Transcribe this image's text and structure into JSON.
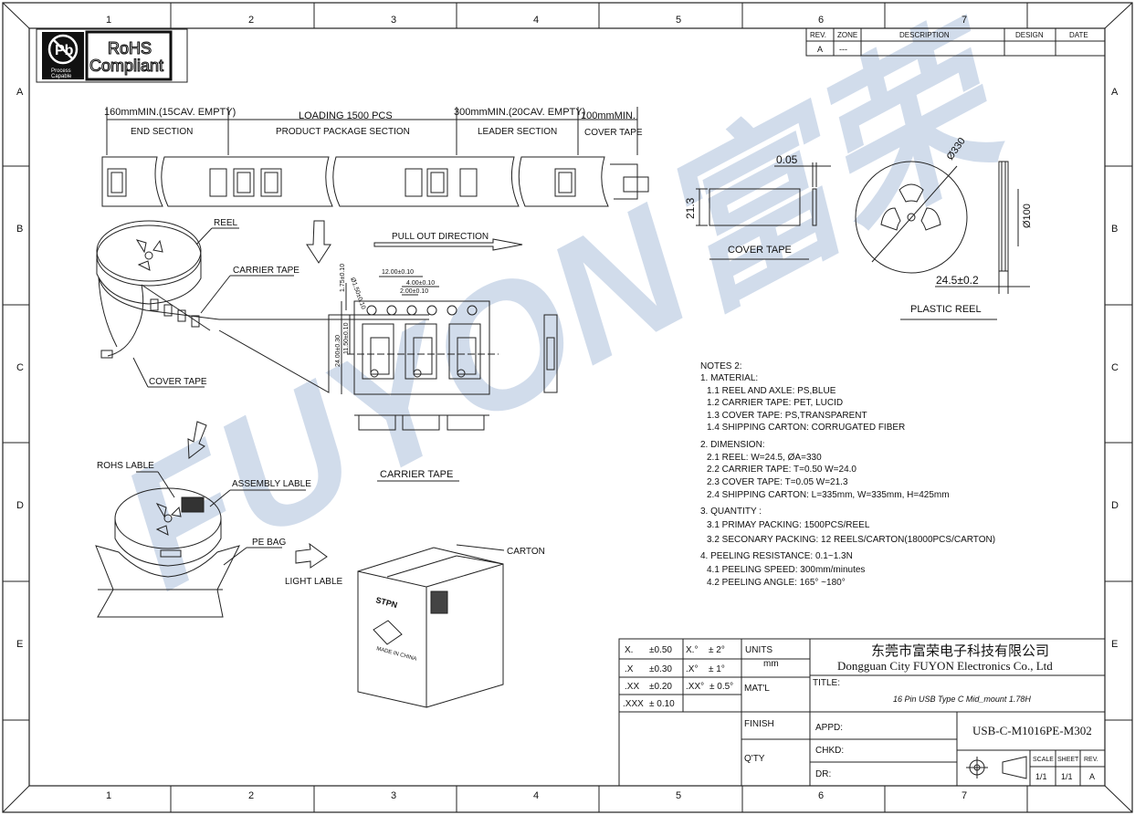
{
  "border": {
    "columns": [
      "1",
      "2",
      "3",
      "4",
      "5",
      "6",
      "7"
    ],
    "rows": [
      "A",
      "B",
      "C",
      "D",
      "E"
    ]
  },
  "logos": {
    "pb_free": {
      "symbol": "Pb",
      "line1": "Process",
      "line2": "Capable"
    },
    "rohs": {
      "line1": "RoHS",
      "line2": "Compliant"
    }
  },
  "watermark": {
    "text": "FUYON富荣"
  },
  "revision_table": {
    "headers": [
      "REV.",
      "ZONE",
      "DESCRIPTION",
      "DESIGN",
      "DATE"
    ],
    "row": [
      "A",
      "---",
      "",
      "",
      ""
    ]
  },
  "tape_layout": {
    "segments": [
      {
        "dimension": "160mmMIN.(15CAV. EMPTY)",
        "name": "END SECTION"
      },
      {
        "dimension": "LOADING 1500 PCS",
        "name": "PRODUCT PACKAGE SECTION"
      },
      {
        "dimension": "300mmMIN.(20CAV. EMPTY)",
        "name": "LEADER SECTION"
      },
      {
        "dimension": "100mmMIN.",
        "name": "COVER TAPE"
      }
    ]
  },
  "reel_diagram": {
    "reel_label": "REEL",
    "carrier_label": "CARRIER TAPE",
    "cover_label": "COVER TAPE"
  },
  "pull_out": "PULL OUT DIRECTION",
  "carrier_tape": {
    "title": "CARRIER TAPE",
    "dims": {
      "pitch": "12.00±0.10",
      "hole_pitch": "4.00±0.10",
      "half": "2.00±0.10",
      "edge": "1.75±0.10",
      "hole_dia": "Ø1.50±0.10",
      "width": "24.00±0.30",
      "center": "11.50±0.10"
    }
  },
  "cover_tape": {
    "thickness": "0.05",
    "width": "21.3",
    "label": "COVER TAPE"
  },
  "plastic_reel": {
    "dia": "Ø330",
    "hub": "Ø100",
    "width": "24.5±0.2",
    "label": "PLASTIC REEL"
  },
  "notes": {
    "title": "NOTES 2:",
    "sections": [
      {
        "head": "1. MATERIAL:",
        "items": [
          "1.1 REEL AND AXLE: PS,BLUE",
          "1.2 CARRIER TAPE: PET, LUCID",
          "1.3 COVER TAPE: PS,TRANSPARENT",
          "1.4 SHIPPING CARTON: CORRUGATED FIBER"
        ]
      },
      {
        "head": "2. DIMENSION:",
        "items": [
          "2.1 REEL: W=24.5, ØA=330",
          "2.2 CARRIER TAPE: T=0.50  W=24.0",
          "2.3 COVER TAPE: T=0.05   W=21.3",
          "2.4 SHIPPING CARTON: L=335mm, W=335mm, H=425mm"
        ]
      },
      {
        "head": "3. QUANTITY :",
        "items": [
          "3.1 PRIMAY PACKING: 1500PCS/REEL",
          "3.2 SECONARY PACKING: 12 REELS/CARTON(18000PCS/CARTON)"
        ]
      },
      {
        "head": "4. PEELING RESISTANCE: 0.1~1.3N",
        "items": [
          "4.1 PEELING SPEED: 300mm/minutes",
          "4.2 PEELING ANGLE: 165° ~180°"
        ]
      }
    ]
  },
  "packing": {
    "rohs_label": "ROHS LABLE",
    "assembly_label": "ASSEMBLY LABLE",
    "pe_bag": "PE BAG",
    "light_label": "LIGHT LABLE",
    "carton": "CARTON",
    "carton_brand": "STPN",
    "carton_made": "MADE IN CHINA"
  },
  "title_block": {
    "tol": [
      [
        "X.",
        "±0.50",
        "X.°",
        "± 2°"
      ],
      [
        ".X",
        "±0.30",
        ".X°",
        "± 1°"
      ],
      [
        ".XX",
        "±0.20",
        ".XX°",
        "± 0.5°"
      ],
      [
        ".XXX",
        "± 0.10",
        "",
        ""
      ]
    ],
    "units_label": "UNITS",
    "units_value": "mm",
    "matl": "MAT'L",
    "finish": "FINISH",
    "qty": "Q'TY",
    "company_cn": "东莞市富荣电子科技有限公司",
    "company_en": "Dongguan City FUYON Electronics Co., Ltd",
    "title_label": "TITLE:",
    "title_value": "16 Pin USB Type C Mid_mount 1.78H",
    "appd": "APPD:",
    "chkd": "CHKD:",
    "dr": "DR:",
    "part_no": "USB-C-M1016PE-M302",
    "scale_label": "SCALE",
    "sheet_label": "SHEET",
    "rev_label": "REV.",
    "scale_value": "1/1",
    "sheet_value": "1/1",
    "rev_value": "A"
  }
}
